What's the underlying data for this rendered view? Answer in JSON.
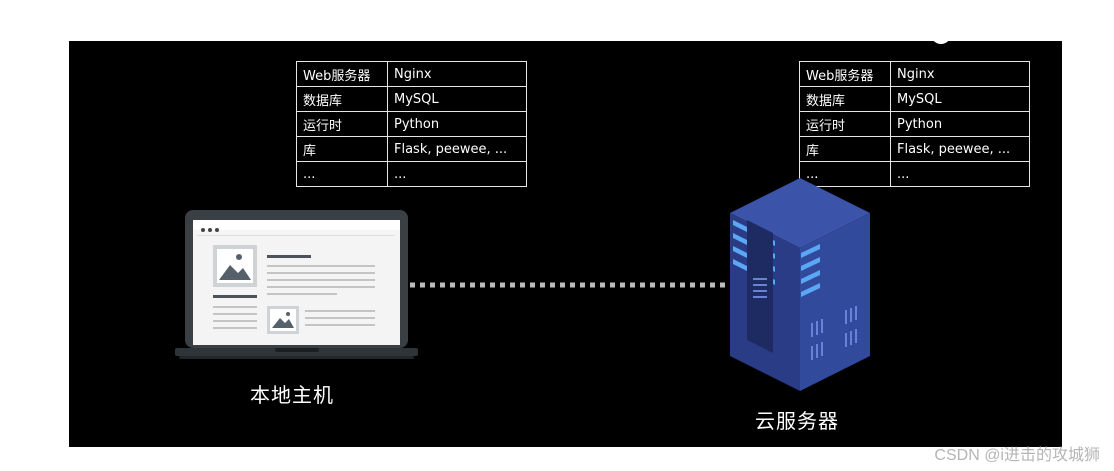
{
  "local_table": {
    "rows": [
      {
        "k": "Web服务器",
        "v": "Nginx"
      },
      {
        "k": "数据库",
        "v": "MySQL"
      },
      {
        "k": "运行时",
        "v": "Python"
      },
      {
        "k": "库",
        "v": "Flask, peewee, ..."
      },
      {
        "k": "...",
        "v": "..."
      }
    ]
  },
  "cloud_table": {
    "rows": [
      {
        "k": "Web服务器",
        "v": "Nginx"
      },
      {
        "k": "数据库",
        "v": "MySQL"
      },
      {
        "k": "运行时",
        "v": "Python"
      },
      {
        "k": "库",
        "v": "Flask, peewee, ..."
      },
      {
        "k": "...",
        "v": "..."
      }
    ]
  },
  "captions": {
    "local": "本地主机",
    "cloud": "云服务器"
  },
  "icons": {
    "local": "laptop-icon",
    "cloud": "server-icon",
    "link": "dotted-connection-line"
  },
  "colors": {
    "background": "#000000",
    "server_body": "#2b3f86",
    "server_light": "#5aa8f5"
  },
  "watermark": "CSDN @i进击的攻城狮"
}
